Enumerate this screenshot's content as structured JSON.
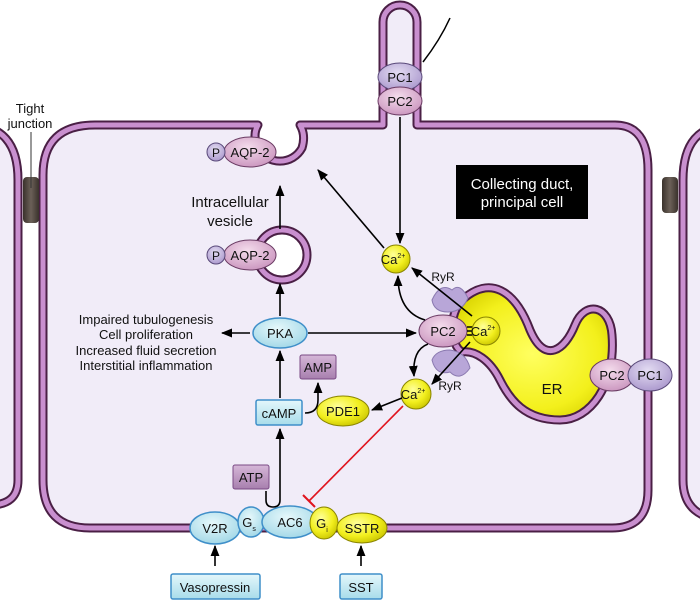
{
  "title_box": {
    "line1": "Collecting duct,",
    "line2": "principal cell"
  },
  "tight_junction": {
    "line1": "Tight",
    "line2": "junction"
  },
  "vesicle_label": {
    "line1": "Intracellular",
    "line2": "vesicle"
  },
  "phospho": "P",
  "aqp2_membrane": "AQP-2",
  "aqp2_vesicle": "AQP-2",
  "cilium": {
    "pc1": "PC1",
    "pc2": "PC2"
  },
  "ca_top": {
    "base": "Ca",
    "sup": "2+"
  },
  "ca_er": {
    "base": "Ca",
    "sup": "2+"
  },
  "ca_low": {
    "base": "Ca",
    "sup": "2+"
  },
  "ryr_top": "RyR",
  "ryr_bottom": "RyR",
  "pc2_er": "PC2",
  "er_label": "ER",
  "er_complex": {
    "pc2": "PC2",
    "pc1": "PC1"
  },
  "pka": "PKA",
  "amp": "AMP",
  "camp": "cAMP",
  "pde1": "PDE1",
  "atp": "ATP",
  "effects": [
    "Impaired tubulogenesis",
    "Cell proliferation",
    "Increased fluid secretion",
    "Interstitial inflammation"
  ],
  "receptors": {
    "v2r": "V2R",
    "gs": {
      "base": "G",
      "sub": "s"
    },
    "ac6": "AC6",
    "gi": {
      "base": "G",
      "sub": "i"
    },
    "sstr": "SSTR"
  },
  "ligands": {
    "vasopressin": "Vasopressin",
    "sst": "SST"
  },
  "colors": {
    "cytoplasm": "#f1ecf8",
    "membrane": "#c98fcf",
    "membrane_dark": "#4a1f45",
    "yellow": "#f0ee2a",
    "blue": "#bfe7f0",
    "blue_border": "#3f8fc9",
    "pink_protein": "#e2b6d6",
    "violet_protein": "#c2b2de",
    "junction": "#4a4038",
    "inhibit": "#e0141e",
    "title_bg": "#000000"
  }
}
